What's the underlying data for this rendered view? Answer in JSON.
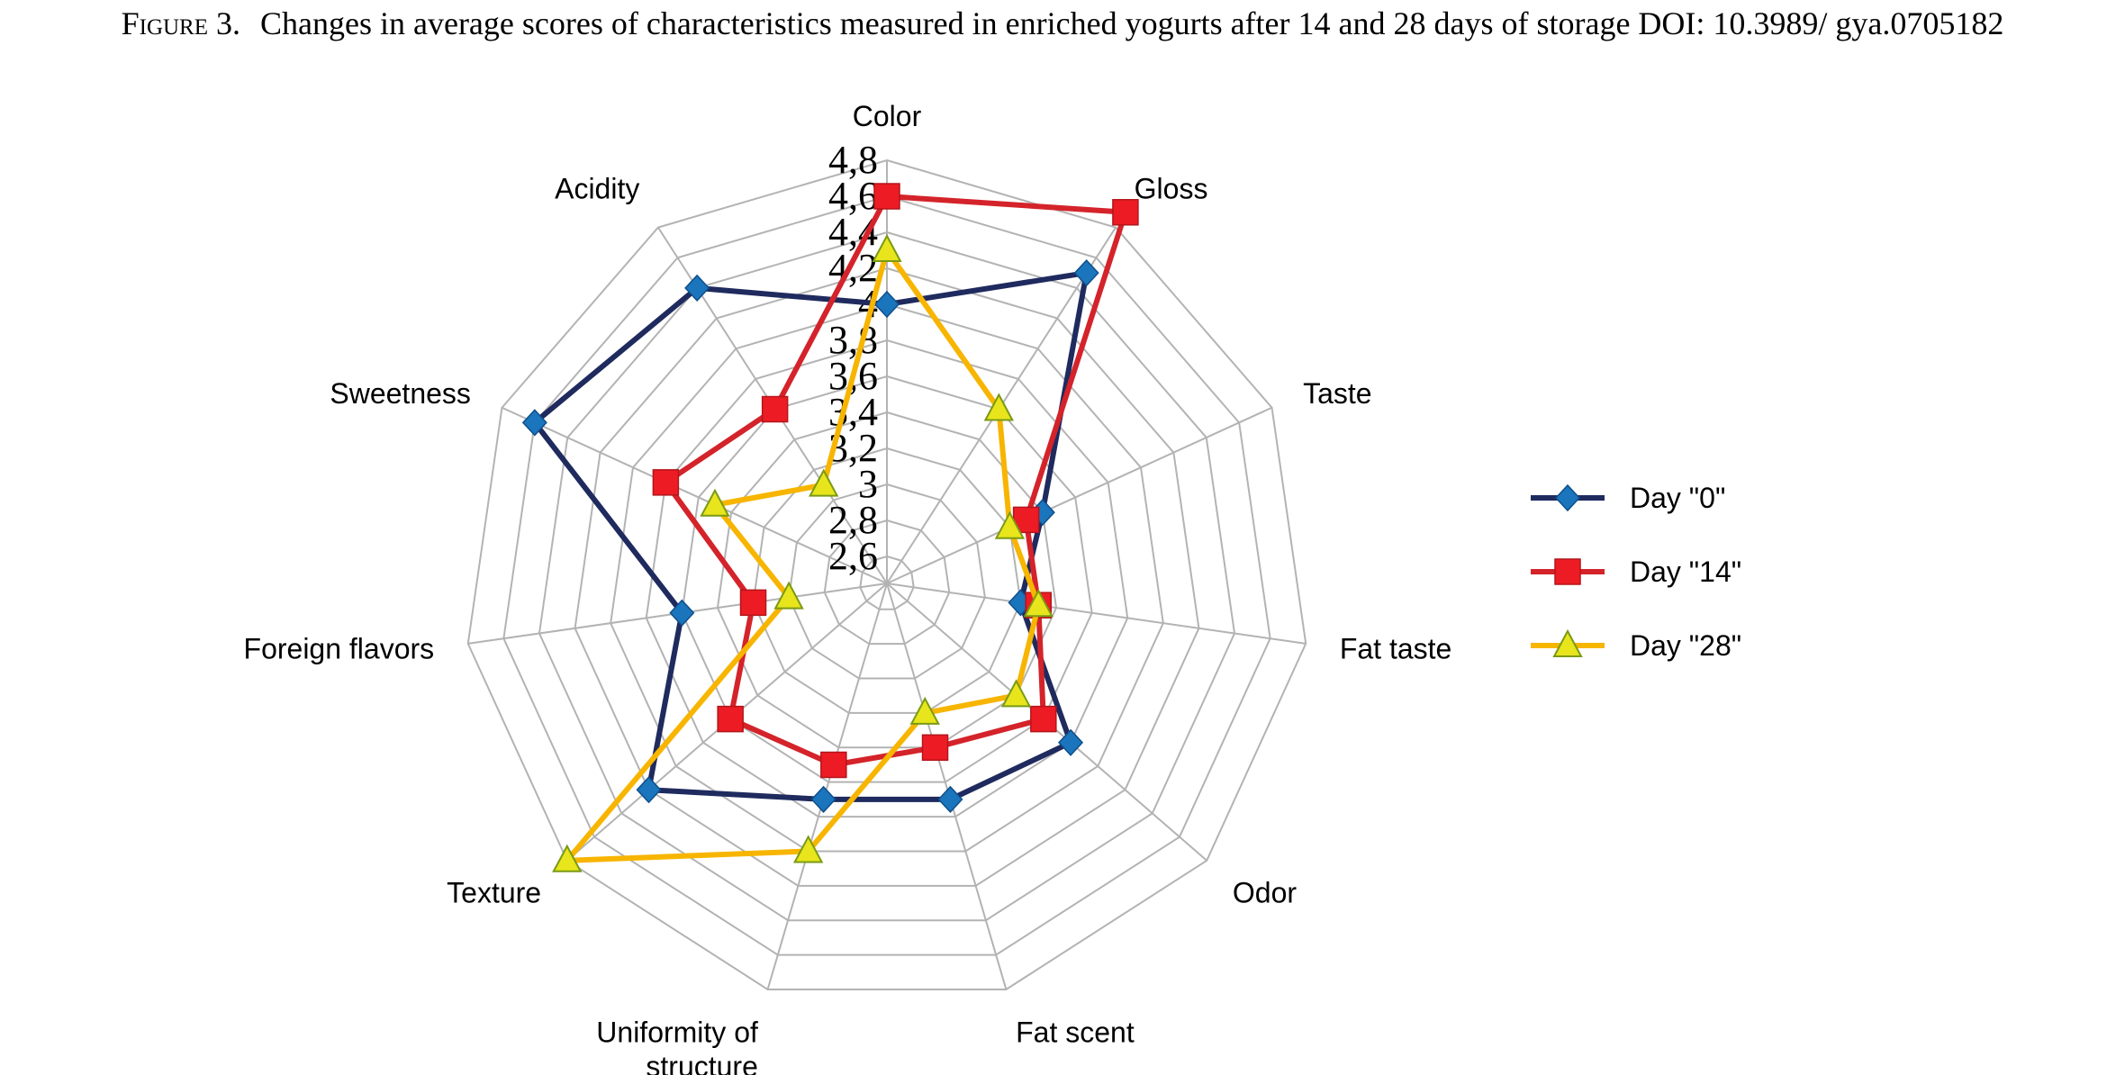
{
  "caption": {
    "figure_label": "Figure 3.",
    "text": "Changes in average scores of characteristics measured in enriched yogurts after 14 and 28 days of storage DOI: 10.3989/ gya.0705182"
  },
  "colors": {
    "grid": "#b3b3b3",
    "day0_line": "#1f2a5e",
    "day0_marker": "#1b75bc",
    "day14_line": "#d4232a",
    "day14_marker": "#ed1c24",
    "day28_line": "#f7b500",
    "day28_marker": "#e8e51c"
  },
  "chart_data": {
    "type": "radar",
    "title": "",
    "axes": [
      "Color",
      "Gloss",
      "Taste",
      "Fat taste",
      "Odor",
      "Fat scent",
      "Uniformity of structure",
      "Texture",
      "Foreign flavors",
      "Sweetness",
      "Acidity"
    ],
    "scale": {
      "min": 2.6,
      "max": 4.8,
      "ticks": [
        "2,6",
        "2,8",
        "3",
        "3,2",
        "3,4",
        "3,6",
        "3,8",
        "4",
        "4,2",
        "4,4",
        "4,6",
        "4,8"
      ]
    },
    "grid": true,
    "legend_position": "right",
    "series": [
      {
        "name": "Day \"0\"",
        "marker": "diamond",
        "values": [
          4.0,
          4.5,
          3.4,
          3.2,
          3.8,
          3.7,
          3.7,
          4.2,
          3.6,
          4.6,
          4.4
        ]
      },
      {
        "name": "Day \"14\"",
        "marker": "square",
        "values": [
          4.6,
          4.9,
          3.3,
          3.3,
          3.6,
          3.4,
          3.5,
          3.6,
          3.2,
          3.8,
          3.6
        ]
      },
      {
        "name": "Day \"28\"",
        "marker": "triangle",
        "values": [
          4.3,
          3.6,
          3.2,
          3.3,
          3.4,
          3.2,
          4.0,
          4.8,
          3.0,
          3.5,
          3.1
        ]
      }
    ]
  }
}
